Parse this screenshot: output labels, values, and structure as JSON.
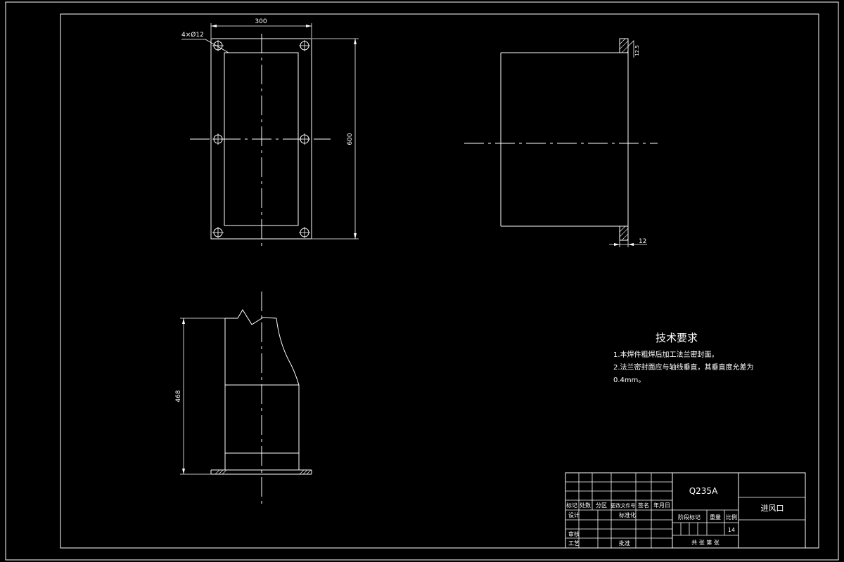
{
  "drawing": {
    "front_view": {
      "hole_callout": "4×Ø12",
      "width_dim": "300",
      "height_dim": "600"
    },
    "side_view": {
      "thickness_dim": "12",
      "surface_mark": "12.5"
    },
    "section_view": {
      "height_dim": "468"
    },
    "technical_requirements": {
      "title": "技术要求",
      "lines": [
        "1.本焊件粗焊后加工法兰密封面。",
        "2.法兰密封面应与轴线垂直，其垂直度允差为",
        "0.4mm。"
      ]
    },
    "title_block": {
      "material": "Q235A",
      "part_name": "进风口",
      "scale": "14",
      "headers": [
        "标记",
        "处数",
        "分区",
        "更改文件号",
        "签名",
        "年月日"
      ],
      "design": "设计",
      "standardize": "标准化",
      "review": "审核",
      "process": "工艺",
      "approve": "批准",
      "stage_mark": "阶段标记",
      "weight": "重量",
      "ratio": "比例",
      "sheets": "共  张    第  张"
    }
  }
}
